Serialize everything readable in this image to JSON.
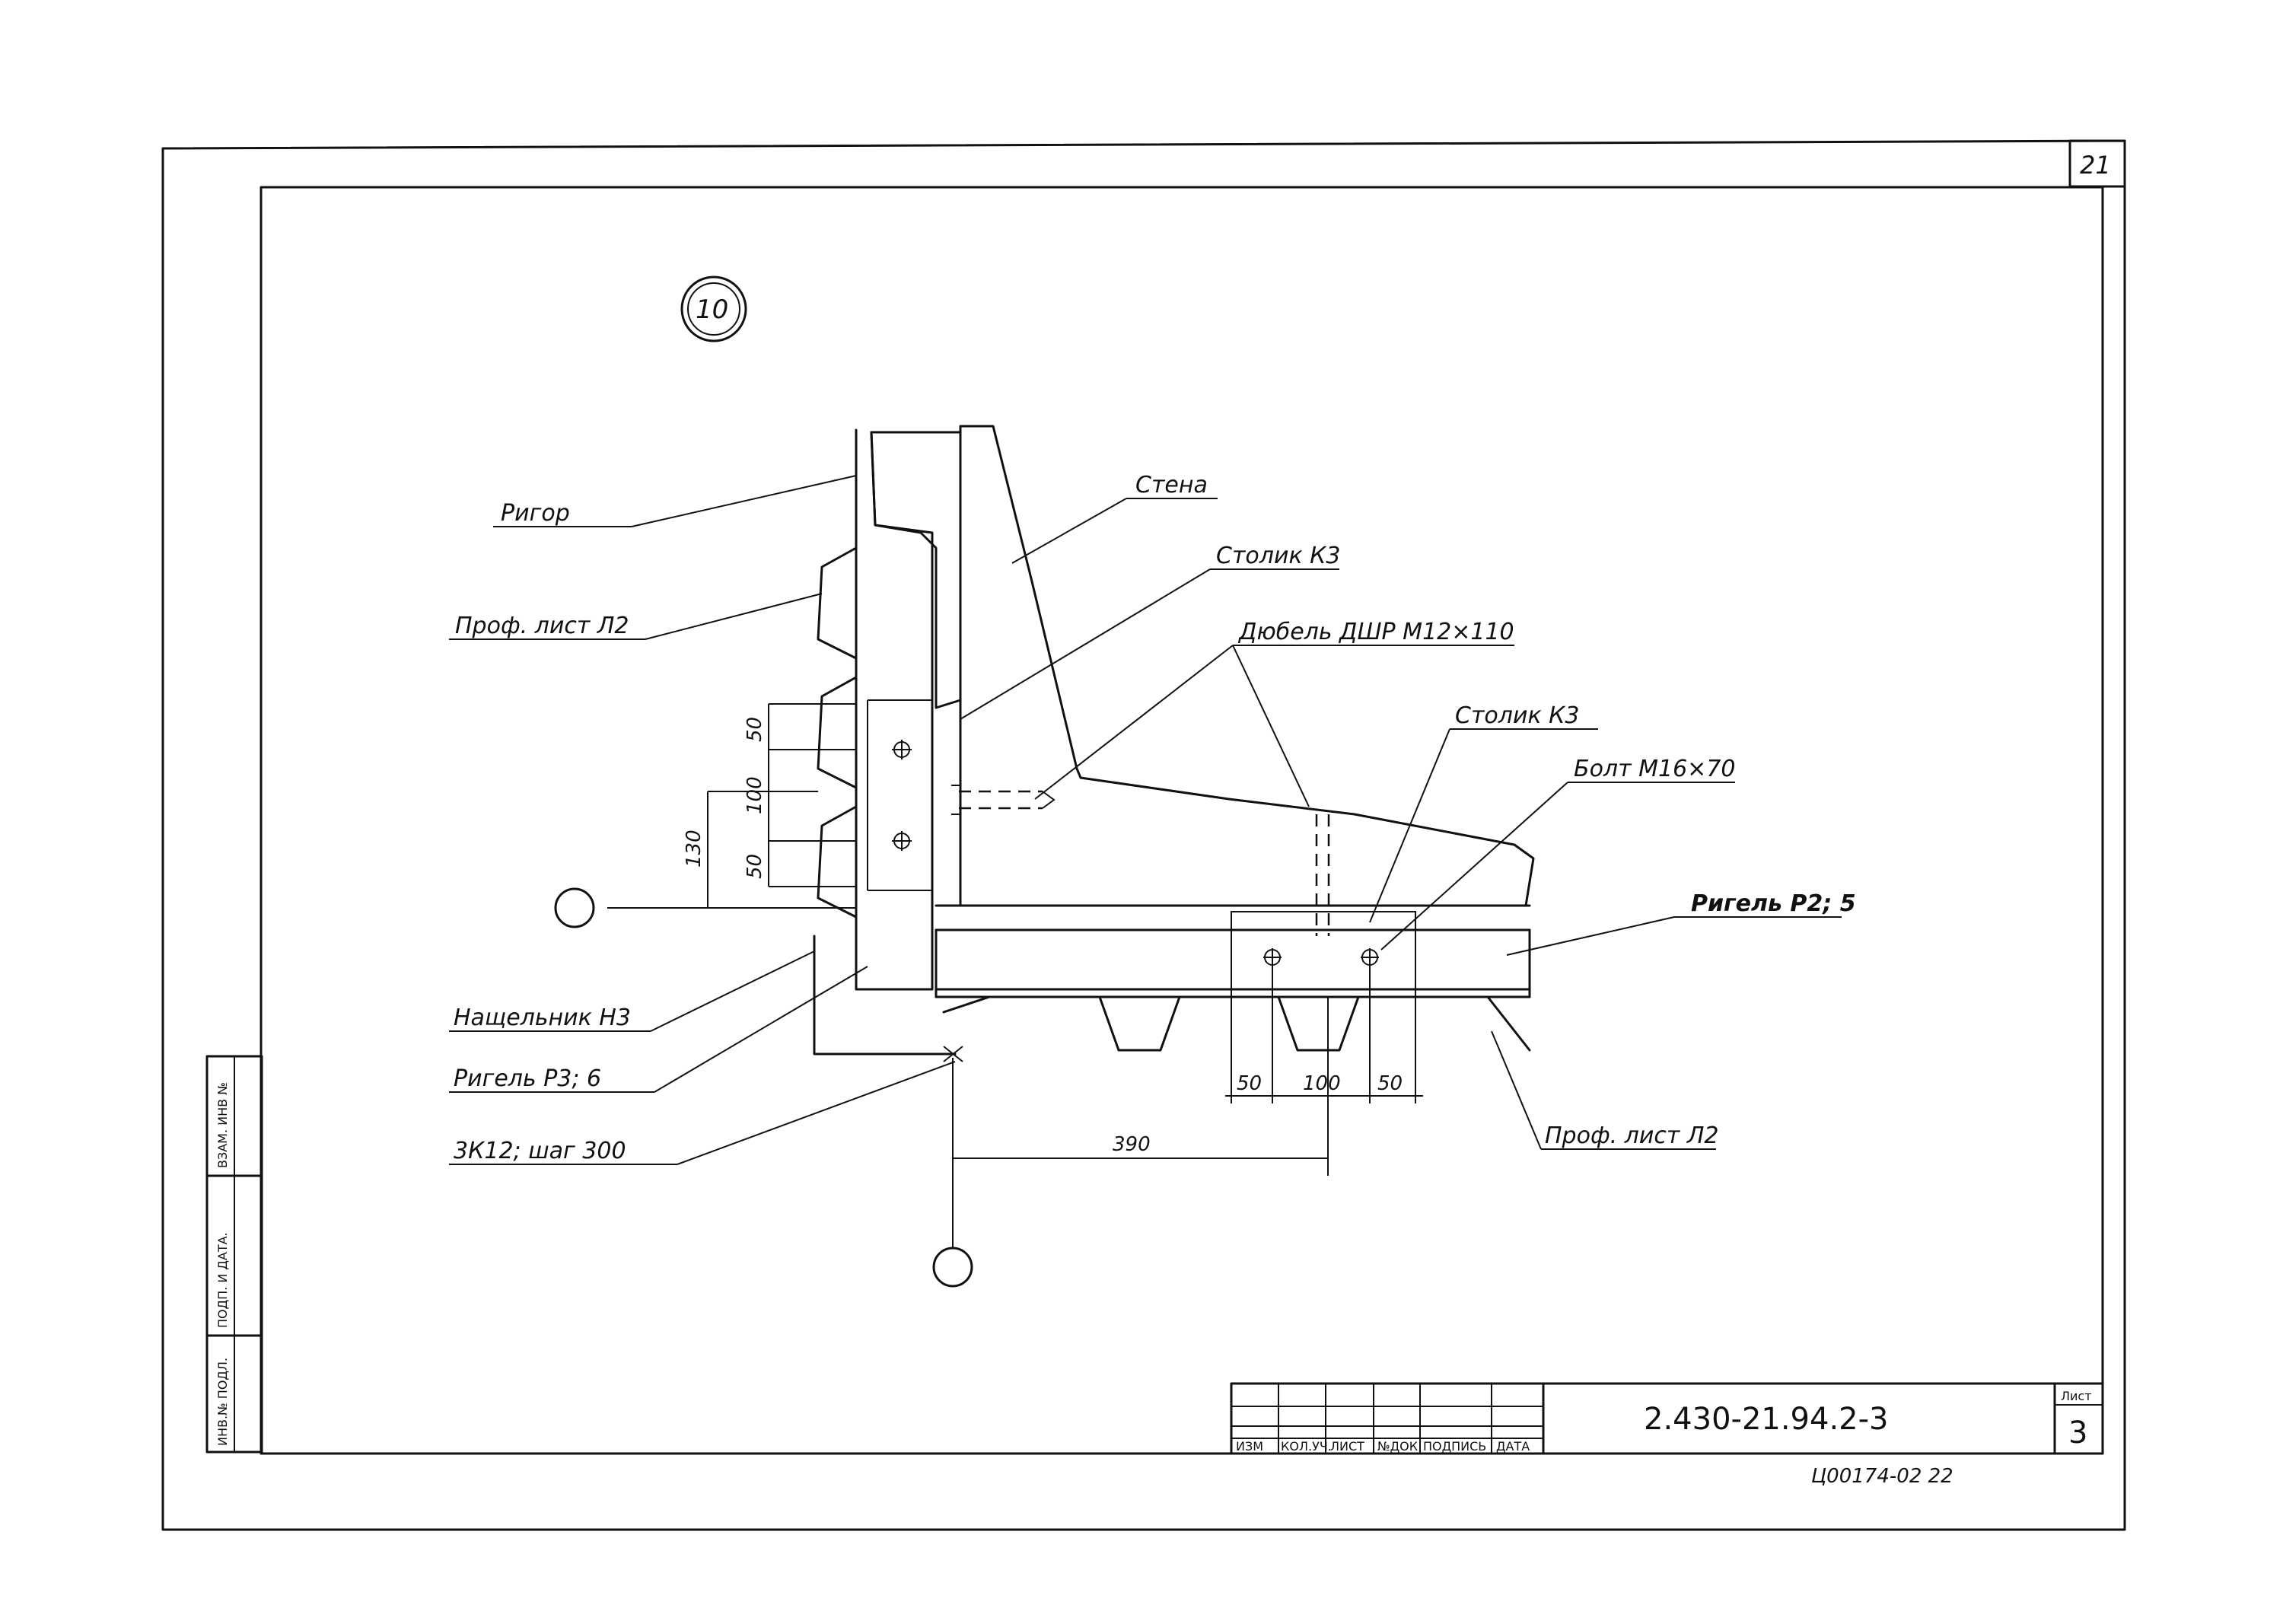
{
  "sheet": {
    "corner_number": "21",
    "detail_number": "10",
    "document_code": "2.430-21.94.2-3",
    "sheet_label": "Лист",
    "sheet_number": "3",
    "archive_code": "Ц00174-02  22"
  },
  "side_stamp": {
    "cells": [
      "ВЗАМ. ИНВ №",
      "ПОДП. И ДАТА.",
      "ИНВ.№ ПОДЛ."
    ]
  },
  "title_block": {
    "columns": [
      "ИЗМ",
      "КОЛ.УЧ.",
      "ЛИСТ",
      "№ДОК",
      "ПОДПИСЬ",
      "ДАТА"
    ]
  },
  "labels": {
    "ripor": "Ригор",
    "prof_list_left": "Проф. лист Л2",
    "stena": "Стена",
    "stolik_upper": "Столик К3",
    "dyubel": "Дюбель ДШР М12×110",
    "stolik_lower": "Столик К3",
    "bolt": "Болт М16×70",
    "rigel_p2": "Ригель Р2; 5",
    "nashchelnik": "Нащельник Н3",
    "rigel_p3": "Ригель Р3; 6",
    "weld": "3К12; шаг 300",
    "prof_list_right": "Проф. лист Л2"
  },
  "dimensions": {
    "v_50_top": "50",
    "v_100": "100",
    "v_50_bottom": "50",
    "v_130": "130",
    "h_50_left": "50",
    "h_100": "100",
    "h_50_right": "50",
    "h_390": "390"
  }
}
